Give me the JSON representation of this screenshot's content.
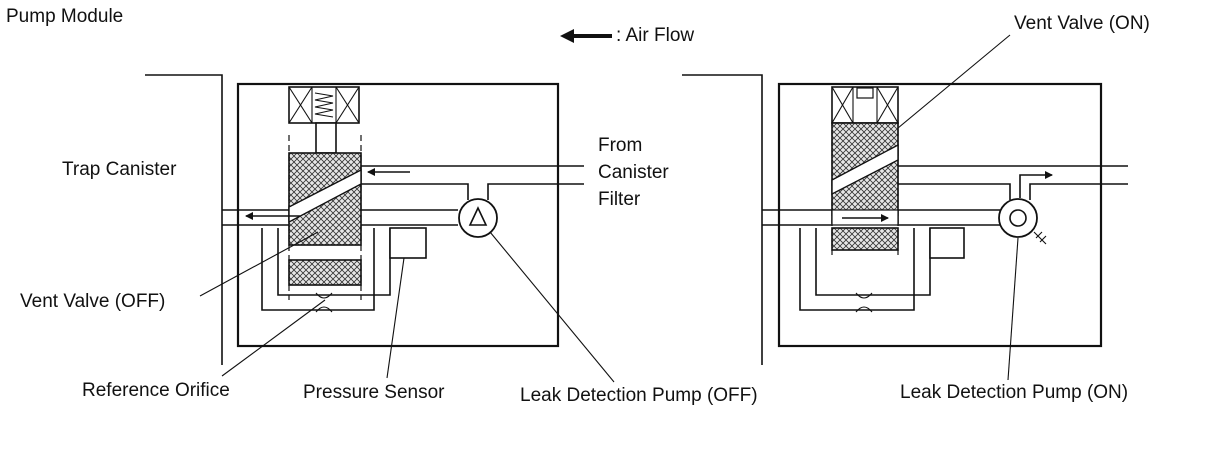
{
  "title": "Pump Module",
  "legend": {
    "text": ": Air Flow"
  },
  "left_panel": {
    "trap_canister": "Trap Canister",
    "from_canister_filter": [
      "From",
      "Canister",
      "Filter"
    ],
    "vent_valve": "Vent Valve (OFF)",
    "reference_orifice": "Reference Orifice",
    "pressure_sensor": "Pressure Sensor",
    "leak_detection_pump": "Leak Detection Pump (OFF)"
  },
  "right_panel": {
    "vent_valve": "Vent Valve (ON)",
    "leak_detection_pump": "Leak Detection Pump (ON)"
  }
}
